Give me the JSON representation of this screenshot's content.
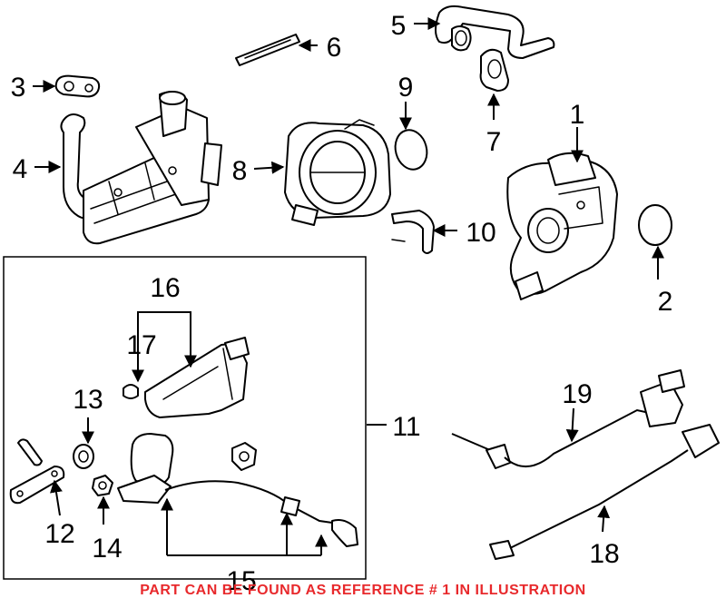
{
  "callouts": {
    "c1": "1",
    "c2": "2",
    "c3": "3",
    "c4": "4",
    "c5": "5",
    "c6": "6",
    "c7": "7",
    "c8": "8",
    "c9": "9",
    "c10": "10",
    "c11": "11",
    "c12": "12",
    "c13": "13",
    "c14": "14",
    "c15": "15",
    "c16": "16",
    "c17": "17",
    "c18": "18",
    "c19": "19"
  },
  "footer_note": "PART CAN BE FOUND AS REFERENCE # 1 IN ILLUSTRATION",
  "colors": {
    "ink": "#000000",
    "note": "#e8292c",
    "background": "#ffffff"
  }
}
